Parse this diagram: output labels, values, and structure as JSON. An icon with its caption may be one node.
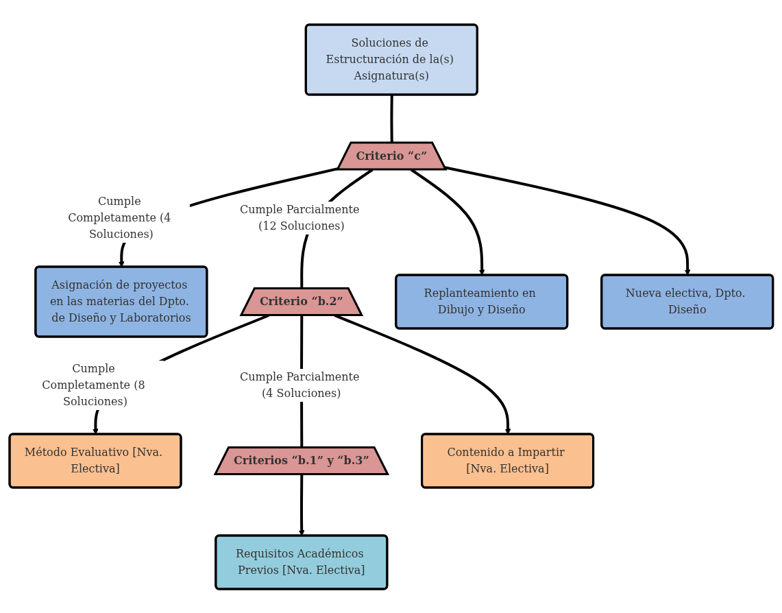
{
  "diagram": {
    "nodes": [
      {
        "text": [
          "Soluciones de Estructuración de la(s) Asignatura(s)"
        ]
      },
      {
        "text": [
          "Criterio “c”"
        ]
      },
      {
        "text": [
          "Asignación de proyectos en las materias del Dpto. de Diseño y Laboratorios"
        ]
      },
      {
        "text": [
          "Criterio “b.2”"
        ]
      },
      {
        "text": [
          "Replanteamiento en Dibujo y Diseño"
        ]
      },
      {
        "text": [
          "Nueva electiva, Dpto. Diseño"
        ]
      },
      {
        "text": [
          "Método Evaluativo [Nva. Electiva]"
        ]
      },
      {
        "text": [
          "Criterios “b.1” y “b.3”"
        ]
      },
      {
        "text": [
          "Contenido a Impartir [Nva. Electiva]"
        ]
      },
      {
        "text": [
          "Requisitos Académicos Previos [Nva. Electiva]"
        ]
      }
    ],
    "edges": [
      {
        "from": 0,
        "to": 1,
        "arrow": "none"
      },
      {
        "from": 1,
        "to": 4,
        "arrow": "to"
      },
      {
        "from": 1,
        "to": 2,
        "arrow": "to",
        "label": "Cumple Completamente (4 Soluciones)"
      },
      {
        "from": 1,
        "to": 5,
        "arrow": "to"
      },
      {
        "from": 1,
        "to": 3,
        "arrow": "none",
        "label": "Cumple Parcialmente (12 Soluciones)"
      },
      {
        "from": 3,
        "to": 8,
        "arrow": "to"
      },
      {
        "from": 3,
        "to": 6,
        "arrow": "to",
        "label": "Cumple Completamente (8 Soluciones)"
      },
      {
        "from": 3,
        "to": 7,
        "arrow": "none",
        "label": "Cumple Parcialmente (4 Soluciones)"
      },
      {
        "from": 7,
        "to": 9,
        "arrow": "to"
      }
    ]
  }
}
